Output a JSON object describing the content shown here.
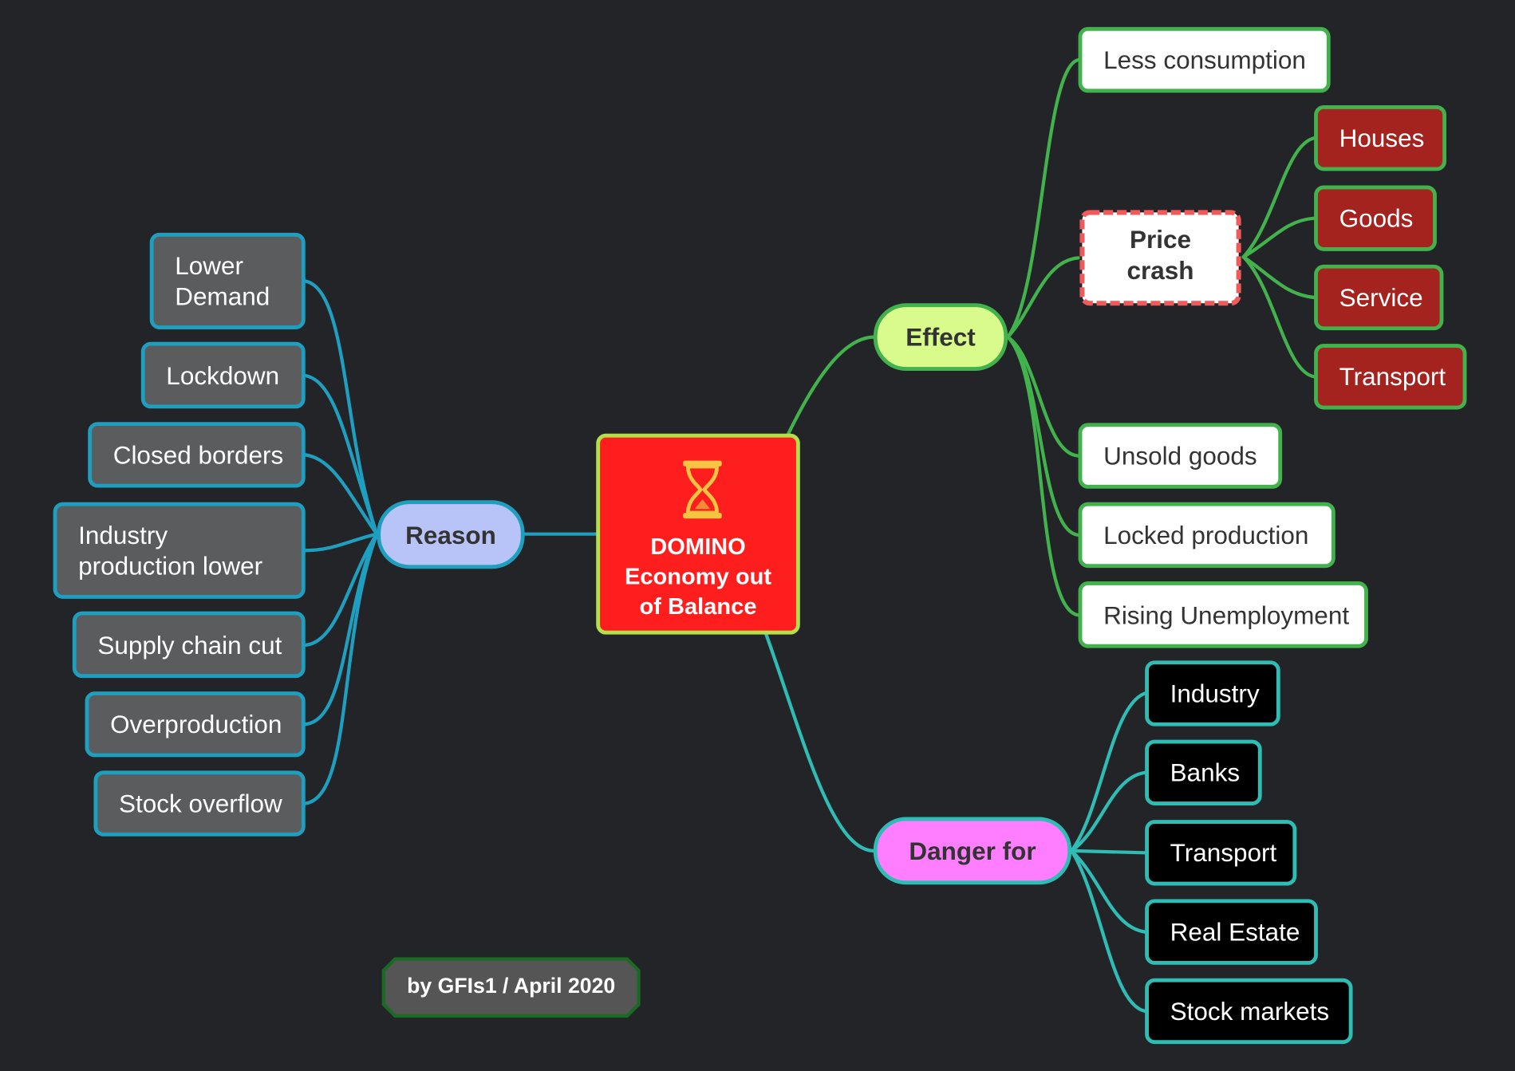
{
  "central": {
    "title": "DOMINO\nEconomy out\nof Balance",
    "icon": "hourglass-icon",
    "color": "#ff1e1e"
  },
  "reason": {
    "label": "Reason",
    "color": "#1f9fbf",
    "items": [
      "Lower\nDemand",
      "Lockdown",
      "Closed borders",
      "Industry\nproduction lower",
      "Supply chain cut",
      "Overproduction",
      "Stock overflow"
    ]
  },
  "effect": {
    "label": "Effect",
    "color": "#42b24c",
    "items": [
      "Less consumption",
      "Unsold goods",
      "Locked production",
      "Rising Unemployment"
    ],
    "price_crash": {
      "label": "Price\ncrash",
      "items": [
        "Houses",
        "Goods",
        "Service",
        "Transport"
      ]
    }
  },
  "danger": {
    "label": "Danger for",
    "color": "#2fbcb4",
    "items": [
      "Industry",
      "Banks",
      "Transport",
      "Real Estate",
      "Stock markets"
    ]
  },
  "credit": "by GFIs1 / April 2020"
}
